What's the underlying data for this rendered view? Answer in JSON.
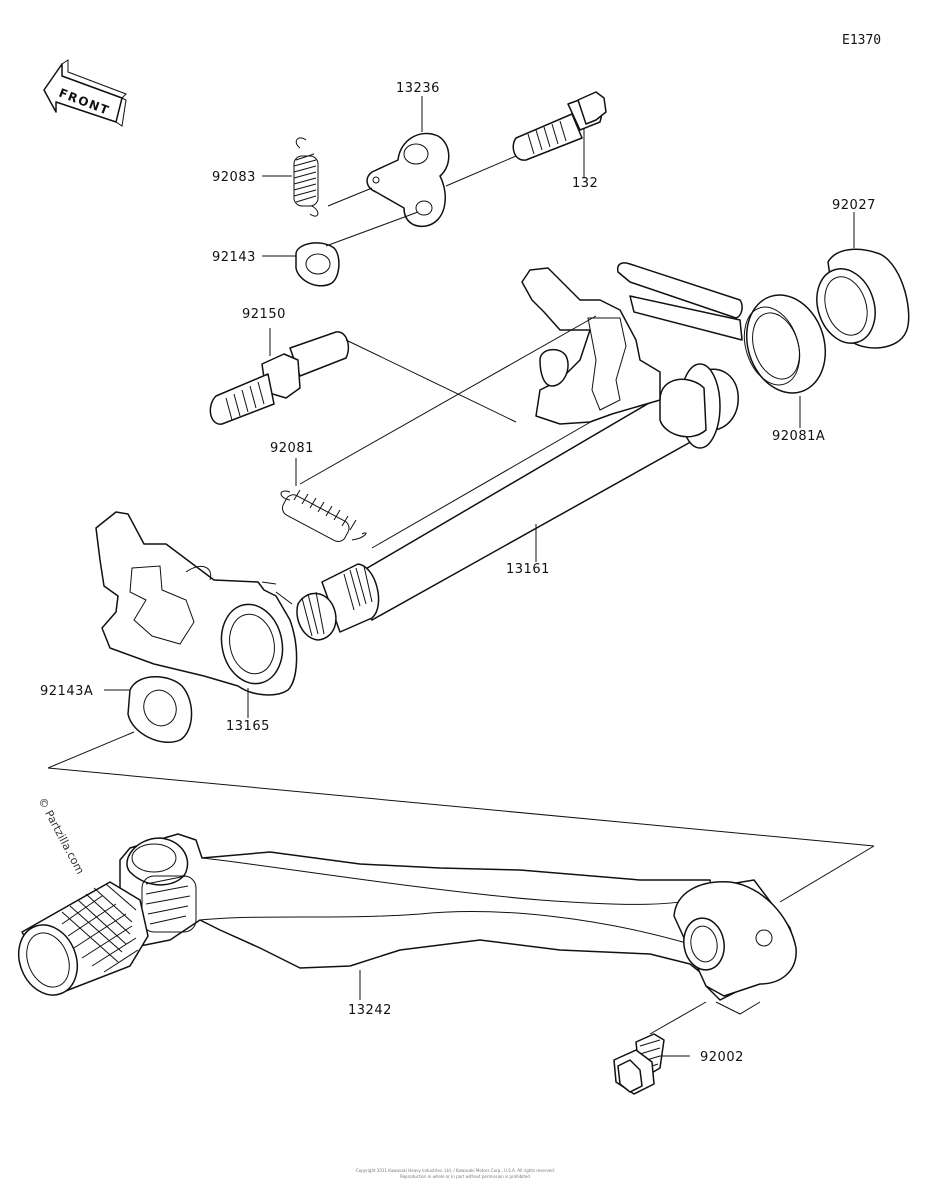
{
  "diagram_code": "E1370",
  "front_arrow_label": "FRONT",
  "watermark": "© Partzilla.com",
  "footer_line1": "Copyright 2011 Kawasaki Heavy Industries, Ltd. / Kawasaki Motors Corp., U.S.A. All rights reserved.",
  "footer_line2": "Reproduction in whole or in part without permission is prohibited",
  "parts": {
    "p13236": "13236",
    "p92083": "92083",
    "p132": "132",
    "p92143": "92143",
    "p92027": "92027",
    "p92150": "92150",
    "p92081A": "92081A",
    "p92081": "92081",
    "p13161": "13161",
    "p92143A": "92143A",
    "p13165": "13165",
    "p13242": "13242",
    "p92002": "92002"
  }
}
